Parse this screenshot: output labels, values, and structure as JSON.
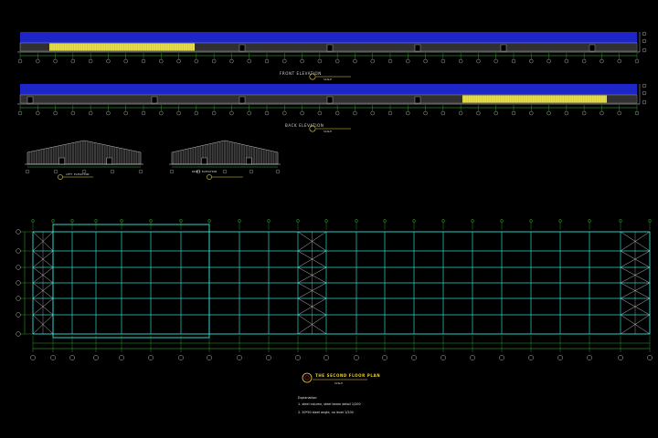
{
  "drawing": {
    "elevation_1_title": "FRONT ELEVATION",
    "elevation_2_title": "BACK ELEVATION",
    "side_elevation_1_title": "LEFT ELEVATION",
    "side_elevation_2_title": "RIGHT ELEVATION",
    "plan_title": "THE SECOND FLOOR PLAN",
    "scale_text": "SCALE",
    "notes_heading": "Explanation:",
    "notes": [
      "1. steel column, steel beam detail 1/200",
      "2. 50*50 steel angle, no level 1/200"
    ],
    "colors": {
      "background": "#000000",
      "roof_band": "#1f26c8",
      "highlight_panel": "#e8e04a",
      "structural_grid": "#2fd6c8",
      "dimension_green": "#39c83a",
      "axis_bubble": "#c8c8c8",
      "title_yellow": "#e6d23c"
    }
  }
}
